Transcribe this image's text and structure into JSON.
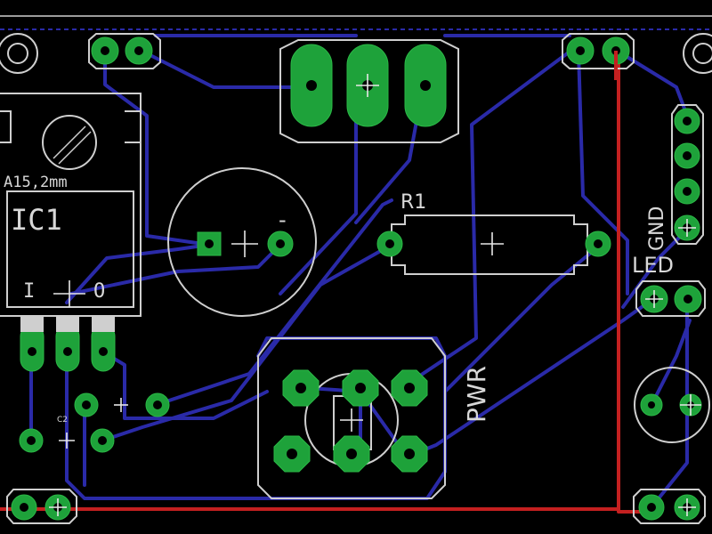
{
  "board": {
    "background": "#000000",
    "colors": {
      "copper_bottom": "#2a2aa8",
      "copper_top": "#c42020",
      "pad": "#1ea23a",
      "silkscreen": "#cfcfcf"
    }
  },
  "labels": {
    "ic1_package": "A15,2mm",
    "ic1_name": "IC1",
    "ic1_pin_in": "I",
    "ic1_pin_out": "O",
    "cap_polarity": "-",
    "r1": "R1",
    "c2": "C2",
    "pwr": "PWR",
    "gnd": "GND",
    "led": "LED"
  }
}
